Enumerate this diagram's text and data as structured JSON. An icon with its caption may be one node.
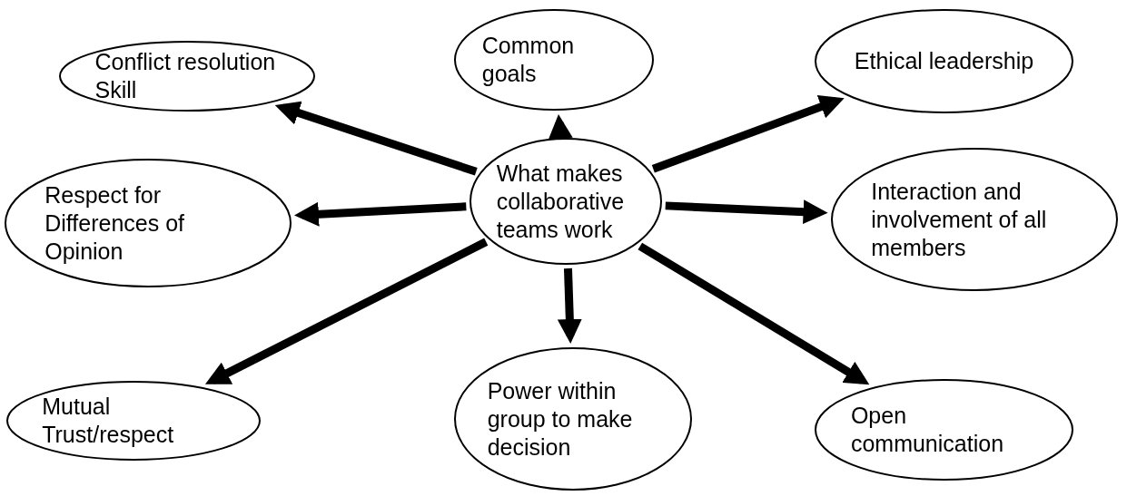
{
  "diagram": {
    "nodes": [
      {
        "text": [
          "What makes collaborative teams work"
        ]
      },
      {
        "text": [
          "Conflict resolution Skill"
        ]
      },
      {
        "text": [
          "Common goals"
        ]
      },
      {
        "text": [
          "Ethical leadership"
        ]
      },
      {
        "text": [
          "Respect for Differences of Opinion"
        ]
      },
      {
        "text": [
          "Interaction and involvement of all members"
        ]
      },
      {
        "text": [
          "Mutual Trust/respect"
        ]
      },
      {
        "text": [
          "Power within group to make decision"
        ]
      },
      {
        "text": [
          "Open communication"
        ]
      }
    ],
    "edges": [
      {
        "from": 0,
        "to": 1,
        "arrow": "to"
      },
      {
        "from": 0,
        "to": 2,
        "arrow": "to"
      },
      {
        "from": 0,
        "to": 3,
        "arrow": "to"
      },
      {
        "from": 0,
        "to": 4,
        "arrow": "to"
      },
      {
        "from": 0,
        "to": 5,
        "arrow": "to"
      },
      {
        "from": 0,
        "to": 6,
        "arrow": "to"
      },
      {
        "from": 0,
        "to": 7,
        "arrow": "to"
      },
      {
        "from": 0,
        "to": 8,
        "arrow": "to"
      }
    ]
  }
}
